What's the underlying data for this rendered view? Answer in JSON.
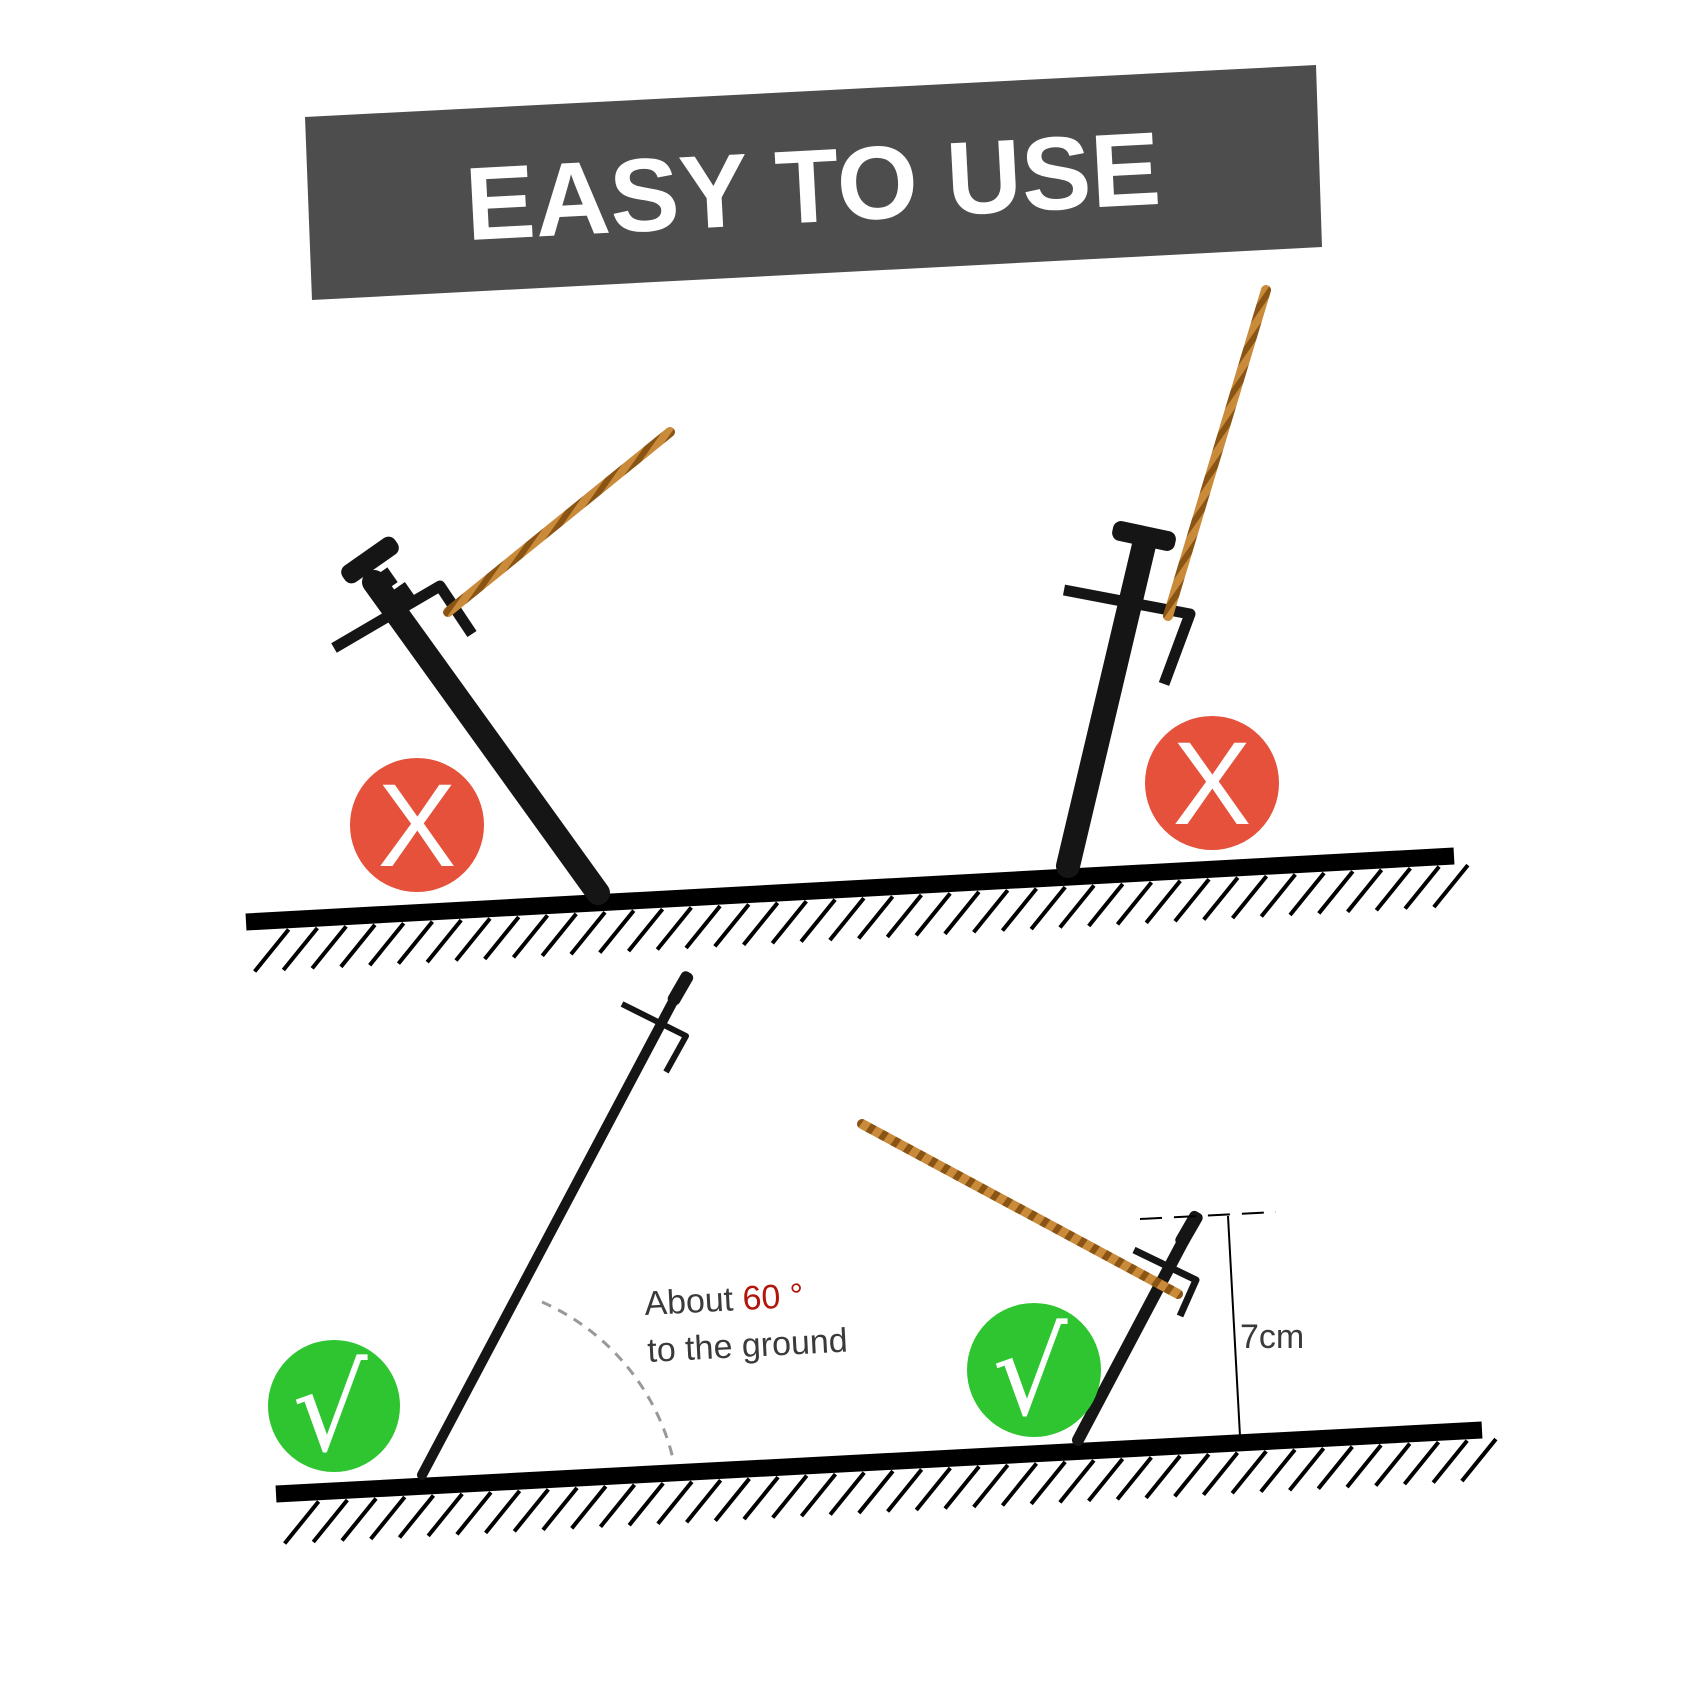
{
  "banner": {
    "title": "EASY TO USE"
  },
  "examples": {
    "wrong_1": {
      "mark": "X"
    },
    "wrong_2": {
      "mark": "X"
    },
    "right_1": {
      "mark": "√"
    },
    "right_2": {
      "mark": "√"
    }
  },
  "annotations": {
    "angle_prefix": "About ",
    "angle_value": "60 °",
    "angle_suffix": "to the ground",
    "depth_label": "7cm"
  },
  "colors": {
    "banner_bg": "#4d4d4d",
    "banner_text": "#ffffff",
    "wrong_mark": "#e5513a",
    "right_mark": "#2ec531",
    "rope": "#c98a3a",
    "angle_value": "#b3140c",
    "annotation_text": "#3a3a3a",
    "stake": "#151515"
  },
  "icons": {
    "wrong_mark": "x-icon",
    "right_mark": "check-icon"
  }
}
